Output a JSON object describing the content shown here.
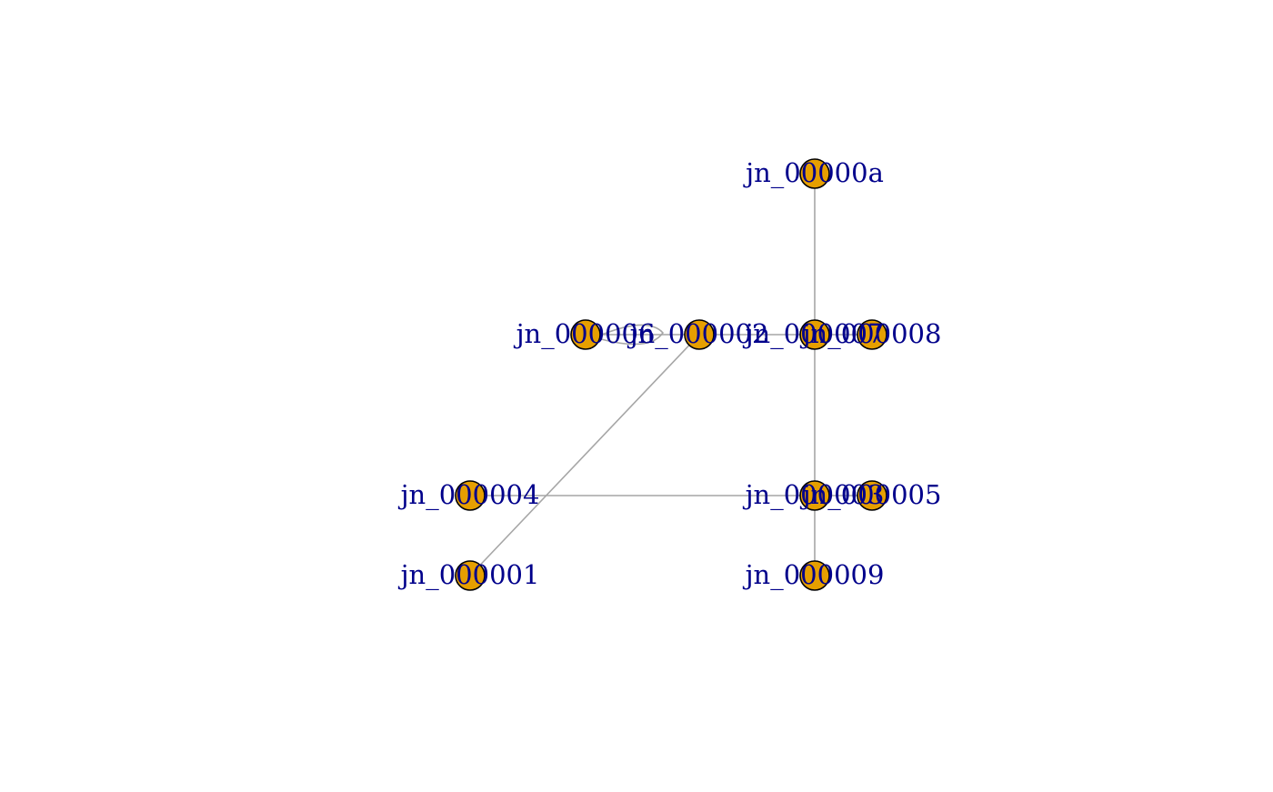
{
  "graph": {
    "colors": {
      "node_fill": "#E69F00",
      "node_stroke": "#000000",
      "edge": "#A6A6A6",
      "label": "#00008B",
      "background": "#FFFFFF"
    },
    "nodes": [
      {
        "id": "jn_000001",
        "label": "jn_000001"
      },
      {
        "id": "jn_000002",
        "label": "jn_000002"
      },
      {
        "id": "jn_000003",
        "label": "jn_000003"
      },
      {
        "id": "jn_000004",
        "label": "jn_000004"
      },
      {
        "id": "jn_000005",
        "label": "jn_000005"
      },
      {
        "id": "jn_000006",
        "label": "jn_000006"
      },
      {
        "id": "jn_000007",
        "label": "jn_000007"
      },
      {
        "id": "jn_000008",
        "label": "jn_000008"
      },
      {
        "id": "jn_000009",
        "label": "jn_000009"
      },
      {
        "id": "jn_00000a",
        "label": "jn_00000a"
      }
    ],
    "edges": [
      {
        "source": "jn_000001",
        "target": "jn_000002"
      },
      {
        "source": "jn_000006",
        "target": "jn_000002"
      },
      {
        "source": "jn_000002",
        "target": "jn_000007"
      },
      {
        "source": "jn_000007",
        "target": "jn_000008"
      },
      {
        "source": "jn_000007",
        "target": "jn_00000a"
      },
      {
        "source": "jn_000007",
        "target": "jn_000003"
      },
      {
        "source": "jn_000004",
        "target": "jn_000003"
      },
      {
        "source": "jn_000003",
        "target": "jn_000005"
      },
      {
        "source": "jn_000003",
        "target": "jn_000009"
      }
    ],
    "loops": [
      {
        "source": "jn_000006",
        "target": "jn_000002"
      }
    ]
  }
}
